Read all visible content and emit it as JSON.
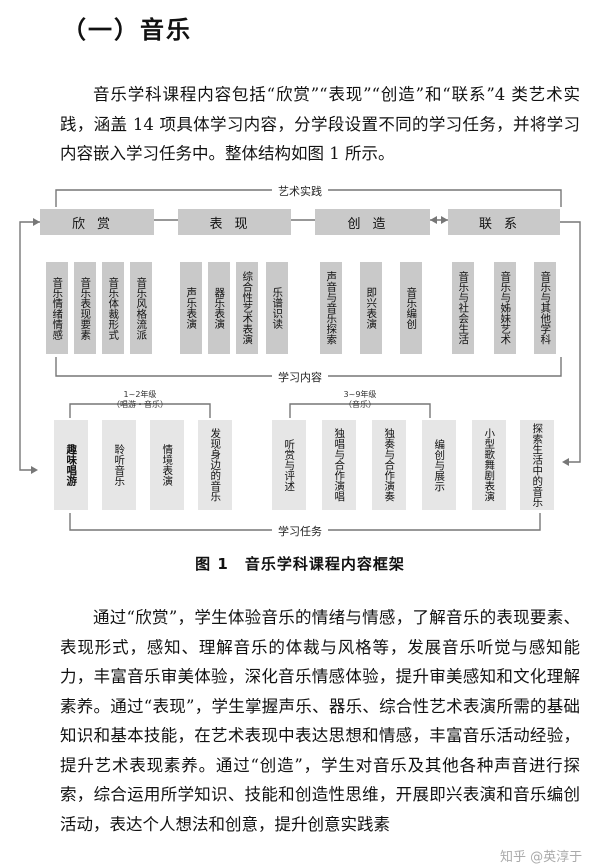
{
  "heading": "（一）音乐",
  "intro": "音乐学科课程内容包括“欣赏”“表现”“创造”和“联系”4 类艺术实践，涵盖 14 项具体学习内容，分学段设置不同的学习任务，并将学习内容嵌入学习任务中。整体结构如图 1 所示。",
  "diagram": {
    "top_label": "艺术实践",
    "middle_label": "学习内容",
    "bottom_label": "学习任务",
    "categories": [
      "欣赏",
      "表现",
      "创造",
      "联系"
    ],
    "contents": [
      "音乐情绪情感",
      "音乐表现要素",
      "音乐体裁形式",
      "音乐风格流派",
      "声乐表演",
      "器乐表演",
      "综合性艺术表演",
      "乐谱识读",
      "声音与音乐探索",
      "即兴表演",
      "音乐编创",
      "音乐与社会生活",
      "音乐与姊妹艺术",
      "音乐与其他学科"
    ],
    "grade_a_line1": "1~2年级",
    "grade_a_line2": "（唱游・音乐）",
    "grade_b_line1": "3~9年级",
    "grade_b_line2": "（音乐）",
    "tasks": [
      "趣味唱游",
      "聆听音乐",
      "情境表演",
      "发现身边的音乐",
      "听赏与评述",
      "独唱与合作演唱",
      "独奏与合作演奏",
      "编创与展示",
      "小型歌舞剧表演",
      "探索生活中的音乐"
    ]
  },
  "caption_num": "图 1",
  "caption_text": "音乐学科课程内容框架",
  "body": "通过“欣赏”，学生体验音乐的情绪与情感，了解音乐的表现要素、表现形式，感知、理解音乐的体裁与风格等，发展音乐听觉与感知能力，丰富音乐审美体验，深化音乐情感体验，提升审美感知和文化理解素养。通过“表现”，学生掌握声乐、器乐、综合性艺术表演所需的基础知识和基本技能，在艺术表现中表达思想和情感，丰富音乐活动经验，提升艺术表现素养。通过“创造”，学生对音乐及其他各种声音进行探索，综合运用所学知识、技能和创造性思维，开展即兴表演和音乐编创活动，表达个人想法和创意，提升创意实践素",
  "watermark": "知乎 @英淳于"
}
